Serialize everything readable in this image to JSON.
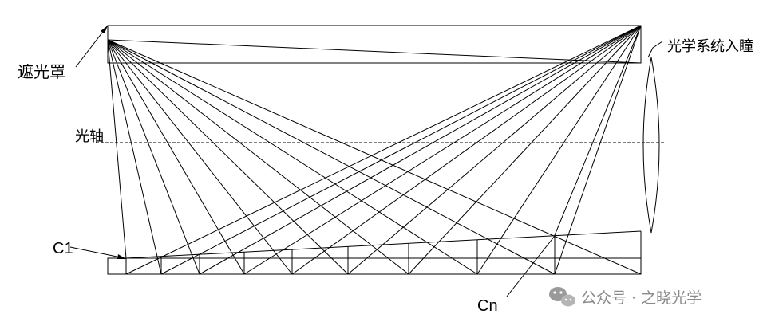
{
  "labels": {
    "hood": "遮光罩",
    "entrance_pupil": "光学系统入瞳",
    "optical_axis": "光轴",
    "c1": "C1",
    "cn": "Cn"
  },
  "watermark": {
    "text": "公众号 · 之晓光学",
    "icon": "wechat-icon"
  },
  "colors": {
    "line": "#000000",
    "watermark": "#8a8a8a"
  }
}
